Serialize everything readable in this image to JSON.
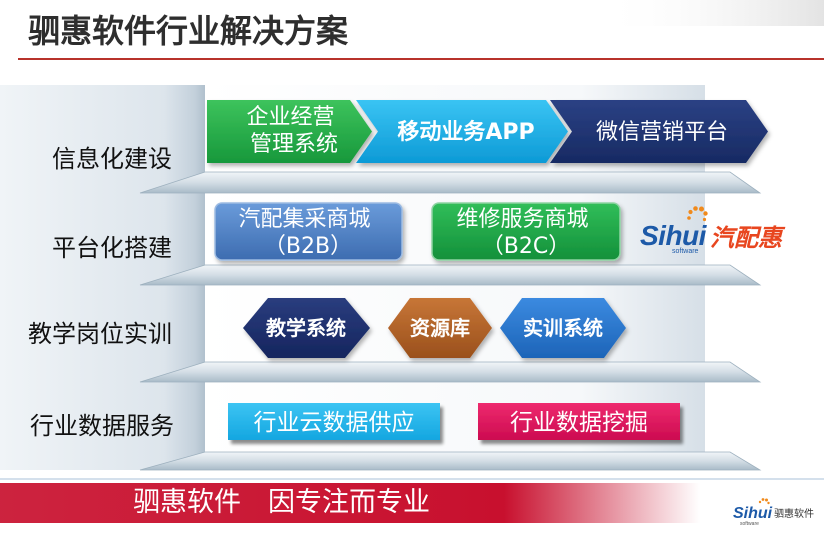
{
  "title": "驷惠软件行业解决方案",
  "theme": {
    "title_rule_color": "#b8322b",
    "footer_band_color": "#c8102e"
  },
  "layers": [
    {
      "label": "信息化建设",
      "modules": [
        {
          "lines": [
            "企业经营",
            "管理系统"
          ],
          "color_top": "#3dc35c",
          "color_bottom": "#17983b"
        },
        {
          "lines": [
            "移动业务APP"
          ],
          "color_top": "#3ac4f3",
          "color_bottom": "#0d9ad6"
        },
        {
          "lines": [
            "微信营销平台"
          ],
          "color_top": "#2b4184",
          "color_bottom": "#172a63"
        }
      ]
    },
    {
      "label": "平台化搭建",
      "modules": [
        {
          "lines": [
            "汽配集采商城",
            "（B2B）"
          ],
          "color_top": "#6a9bda",
          "color_bottom": "#3d6cb0"
        },
        {
          "lines": [
            "维修服务商城",
            "（B2C）"
          ],
          "color_top": "#31be59",
          "color_bottom": "#13903a"
        }
      ],
      "logo": {
        "brand": "Sihui",
        "product": "汽配惠",
        "tagline": "software",
        "brand_color": "#1d5aa8",
        "product_color": "#e8461f",
        "accent_color": "#f08a1c"
      }
    },
    {
      "label": "教学岗位实训",
      "modules": [
        {
          "lines": [
            "教学系统"
          ],
          "color_top": "#2a3d7e",
          "color_bottom": "#15255e"
        },
        {
          "lines": [
            "资源库"
          ],
          "color_top": "#c77637",
          "color_bottom": "#9a501c"
        },
        {
          "lines": [
            "实训系统"
          ],
          "color_top": "#3b8ae0",
          "color_bottom": "#1d64b8"
        }
      ]
    },
    {
      "label": "行业数据服务",
      "modules": [
        {
          "lines": [
            "行业云数据供应"
          ],
          "color_top": "#3cc4f3",
          "color_bottom": "#14a6e0"
        },
        {
          "lines": [
            "行业数据挖掘"
          ],
          "color_top": "#ee2a6e",
          "color_bottom": "#cc0b50"
        }
      ]
    }
  ],
  "footer": {
    "company": "驷惠软件",
    "slogan": "因专注而专业",
    "logo": {
      "brand": "Sihui",
      "company": "驷惠软件",
      "tagline": "software",
      "brand_color": "#1d5aa8",
      "accent_color": "#f08a1c"
    }
  }
}
